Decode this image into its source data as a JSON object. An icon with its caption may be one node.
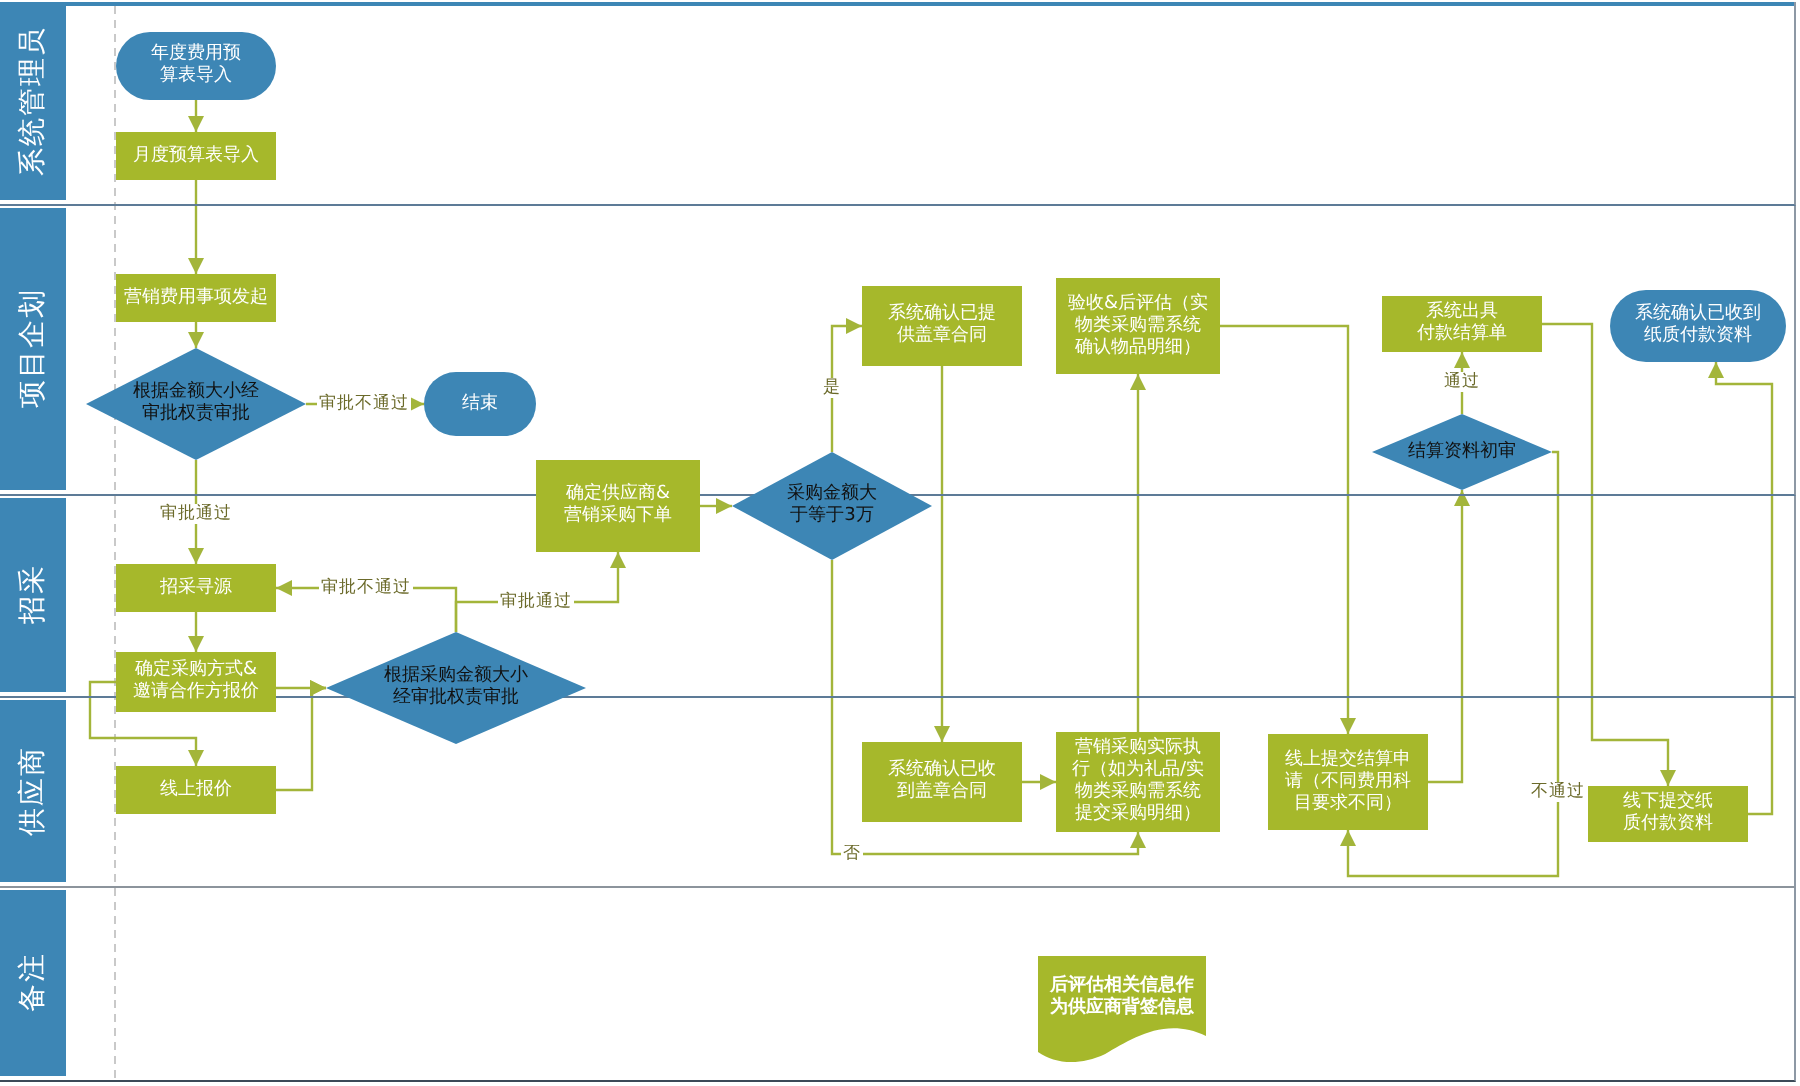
{
  "diagram": {
    "nodes": [
      {
        "text": [
          "系统管理员"
        ]
      },
      {
        "text": [
          "项目企划"
        ]
      },
      {
        "text": [
          "招采"
        ]
      },
      {
        "text": [
          "供应商"
        ]
      },
      {
        "text": [
          "备注"
        ]
      },
      {
        "text": [
          "年度费用预算表导入"
        ],
        "in": 0
      },
      {
        "text": [
          "月度预算表导入"
        ],
        "in": 0
      },
      {
        "text": [
          "营销费用事项发起"
        ],
        "in": 1
      },
      {
        "text": [
          "根据金额大小经审批权责审批"
        ],
        "in": 1
      },
      {
        "text": [
          "结束"
        ],
        "in": 1
      },
      {
        "text": [
          "确定供应商&营销采购下单"
        ]
      },
      {
        "text": [
          "采购金额大于等于3万"
        ]
      },
      {
        "text": [
          "系统确认已提供盖章合同"
        ],
        "in": 1
      },
      {
        "text": [
          "验收&后评估（实物类采购需系统确认物品明细）"
        ],
        "in": 1
      },
      {
        "text": [
          "系统出具付款结算单"
        ],
        "in": 1
      },
      {
        "text": [
          "系统确认已收到纸质付款资料"
        ],
        "in": 1
      },
      {
        "text": [
          "结算资料初审"
        ],
        "in": 1
      },
      {
        "text": [
          "招采寻源"
        ],
        "in": 2
      },
      {
        "text": [
          "确定采购方式&邀请合作方报价"
        ]
      },
      {
        "text": [
          "根据采购金额大小经审批权责审批"
        ]
      },
      {
        "text": [
          "线上报价"
        ],
        "in": 3
      },
      {
        "text": [
          "系统确认已收到盖章合同"
        ],
        "in": 3
      },
      {
        "text": [
          "营销采购实际执行（如为礼品/实物类采购需系统提交采购明细）"
        ],
        "in": 3
      },
      {
        "text": [
          "线上提交结算申请（不同费用科目要求不同）"
        ],
        "in": 3
      },
      {
        "text": [
          "线下提交纸质付款资料"
        ],
        "in": 3
      },
      {
        "text": [
          "后评估相关信息作为供应商背签信息"
        ],
        "in": 4
      }
    ],
    "edges": [
      {
        "from": 5,
        "to": 6,
        "arrow": "to"
      },
      {
        "from": 6,
        "to": 7,
        "arrow": "to"
      },
      {
        "from": 7,
        "to": 8,
        "arrow": "to"
      },
      {
        "from": 8,
        "to": 9,
        "arrow": "to",
        "label": "审批不通过"
      },
      {
        "from": 8,
        "to": 17,
        "arrow": "to",
        "label": "审批通过"
      },
      {
        "from": 17,
        "to": 18,
        "arrow": "to"
      },
      {
        "from": 18,
        "to": 20,
        "arrow": "to"
      },
      {
        "from": 18,
        "to": 19,
        "arrow": "to"
      },
      {
        "from": 20,
        "to": 19,
        "arrow": "to"
      },
      {
        "from": 19,
        "to": 17,
        "arrow": "to",
        "label": "审批不通过"
      },
      {
        "from": 19,
        "to": 10,
        "arrow": "to",
        "label": "审批通过"
      },
      {
        "from": 10,
        "to": 11,
        "arrow": "to"
      },
      {
        "from": 11,
        "to": 12,
        "arrow": "to",
        "label": "是"
      },
      {
        "from": 11,
        "to": 22,
        "arrow": "to",
        "label": "否"
      },
      {
        "from": 12,
        "to": 21,
        "arrow": "to"
      },
      {
        "from": 21,
        "to": 22,
        "arrow": "to"
      },
      {
        "from": 22,
        "to": 13,
        "arrow": "to"
      },
      {
        "from": 13,
        "to": 23,
        "arrow": "to"
      },
      {
        "from": 23,
        "to": 16,
        "arrow": "to"
      },
      {
        "from": 16,
        "to": 14,
        "arrow": "to",
        "label": "通过"
      },
      {
        "from": 16,
        "to": 23,
        "arrow": "to",
        "label": "不通过"
      },
      {
        "from": 14,
        "to": 24,
        "arrow": "to"
      },
      {
        "from": 24,
        "to": 15,
        "arrow": "to"
      }
    ]
  }
}
